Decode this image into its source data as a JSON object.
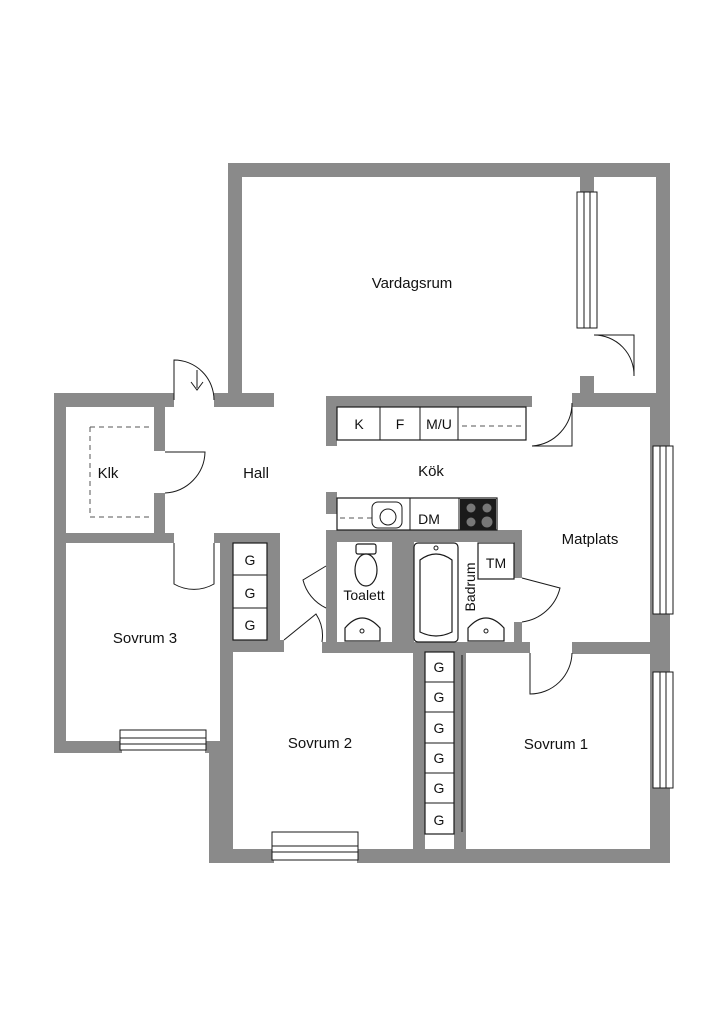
{
  "rooms": {
    "vardagsrum": "Vardagsrum",
    "hall": "Hall",
    "klk": "Klk",
    "kok": "Kök",
    "matplats": "Matplats",
    "toalett": "Toalett",
    "badrum": "Badrum",
    "sovrum1": "Sovrum 1",
    "sovrum2": "Sovrum 2",
    "sovrum3": "Sovrum 3"
  },
  "appliances": {
    "k": "K",
    "f": "F",
    "mu": "M/U",
    "dm": "DM",
    "tm": "TM"
  },
  "wardrobe_label": "G"
}
